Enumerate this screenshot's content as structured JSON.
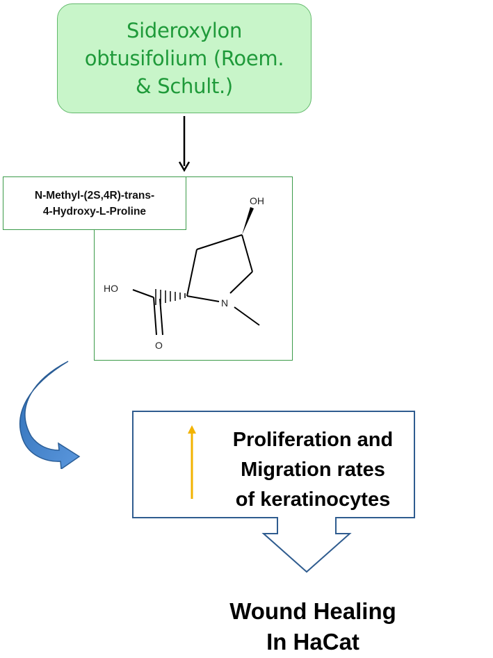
{
  "plant": {
    "lines": [
      "Sideroxylon",
      "obtusifolium (Roem.",
      "& Schult.)"
    ]
  },
  "compound": {
    "lines": [
      "N-Methyl-(2S,4R)-trans-",
      "4-Hydroxy-L-Proline"
    ],
    "atoms": {
      "hydroxyl": "OH",
      "acid": "HO",
      "nitrogen": "N",
      "oxygen": "O"
    }
  },
  "effect": {
    "lines": [
      "Proliferation and",
      "Migration rates",
      "of keratinocytes"
    ]
  },
  "outcome": {
    "lines": [
      "Wound Healing",
      "In HaCat"
    ]
  },
  "colors": {
    "plant_fill": "#c8f5c9",
    "plant_text": "#1f9a3a",
    "green_border": "#3a9a48",
    "blue_border": "#2f5c8f",
    "curved_arrow": "#3f7fc8",
    "up_arrow": "#f2b300"
  }
}
